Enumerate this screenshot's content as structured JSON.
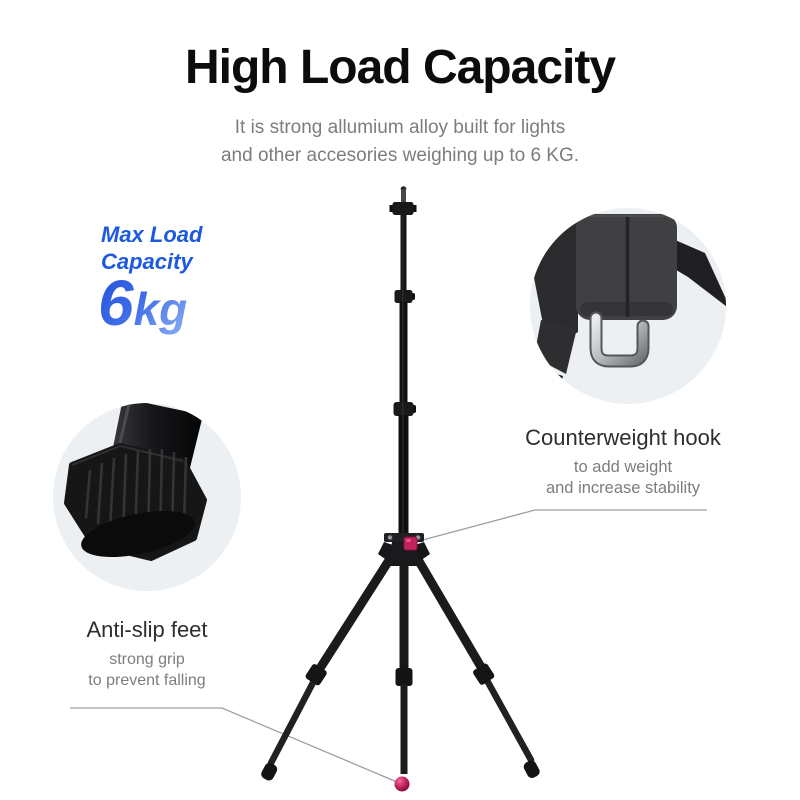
{
  "header": {
    "title": "High Load Capacity",
    "subtitle_line1": "It is strong allumium alloy built for lights",
    "subtitle_line2": "and other accesories weighing up to 6 KG."
  },
  "max_load": {
    "label_line1": "Max Load",
    "label_line2": "Capacity",
    "value_number": "6",
    "value_unit": "kg"
  },
  "callout_hook": {
    "title": "Counterweight hook",
    "desc_line1": "to add weight",
    "desc_line2": "and increase stability"
  },
  "callout_feet": {
    "title": "Anti-slip feet",
    "desc_line1": "strong grip",
    "desc_line2": "to prevent falling"
  },
  "colors": {
    "accent_blue": "#1d5ae0",
    "value_gradient_start": "#2450d8",
    "value_gradient_end": "#90b4f4",
    "knob_magenta": "#c2235c",
    "title_text": "#0c0c0c",
    "muted_text": "#7d7d7d",
    "label_text": "#2e2e2e",
    "callout_line": "#9aa0a6",
    "circle_background": "#ecf0f3"
  }
}
